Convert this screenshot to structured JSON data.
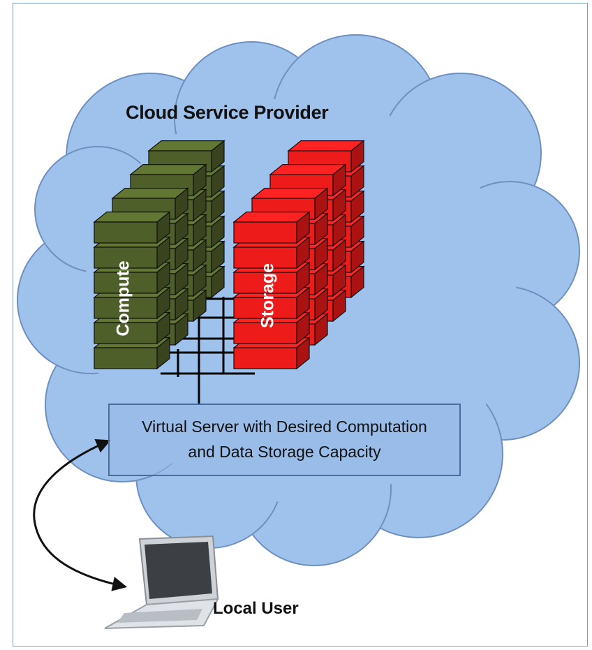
{
  "cloud": {
    "title": "Cloud Service Provider",
    "color": "#9ec2ec"
  },
  "compute": {
    "label": "Compute",
    "color": "#4f5f2a"
  },
  "storage": {
    "label": "Storage",
    "color": "#ee1b1b"
  },
  "virtual_server": {
    "line1": "Virtual Server with Desired Computation",
    "line2": "and Data Storage Capacity"
  },
  "local_user": {
    "label": "Local User"
  }
}
